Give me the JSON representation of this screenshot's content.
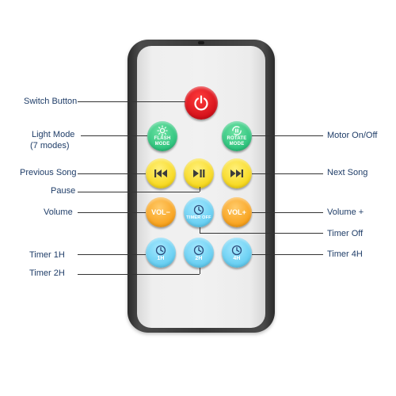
{
  "labels": {
    "switch_button": "Switch Button",
    "light_mode": "Light Mode",
    "light_mode_sub": "(7 modes)",
    "previous_song": "Previous Song",
    "pause": "Pause",
    "volume_minus": "Volume",
    "timer_1h": "Timer 1H",
    "timer_2h": "Timer 2H",
    "motor": "Motor On/Off",
    "next_song": "Next Song",
    "volume_plus": "Volume +",
    "timer_off": "Timer Off",
    "timer_4h": "Timer 4H"
  },
  "buttons": {
    "flash_mode_line1": "FLASH",
    "flash_mode_line2": "MODE",
    "rotate_mode_line1": "ROTATE",
    "rotate_mode_line2": "MODE",
    "vol_minus": "VOL−",
    "vol_plus": "VOL+",
    "timer_off": "TIMER OFF",
    "timer_1h": "1H",
    "timer_2h": "2H",
    "timer_4h": "4H"
  },
  "colors": {
    "power": "#e8141c",
    "mode": "#2cc27c",
    "media": "#f7d81c",
    "volume": "#f8a11b",
    "timer": "#63cdf1",
    "label_text": "#1f3d68"
  },
  "icons": {
    "power": "power-icon",
    "flash_mode": "sun-icon",
    "rotate_mode": "rotate-icon",
    "previous": "skip-back-icon",
    "play_pause": "play-pause-icon",
    "next": "skip-forward-icon",
    "timer": "clock-icon"
  }
}
